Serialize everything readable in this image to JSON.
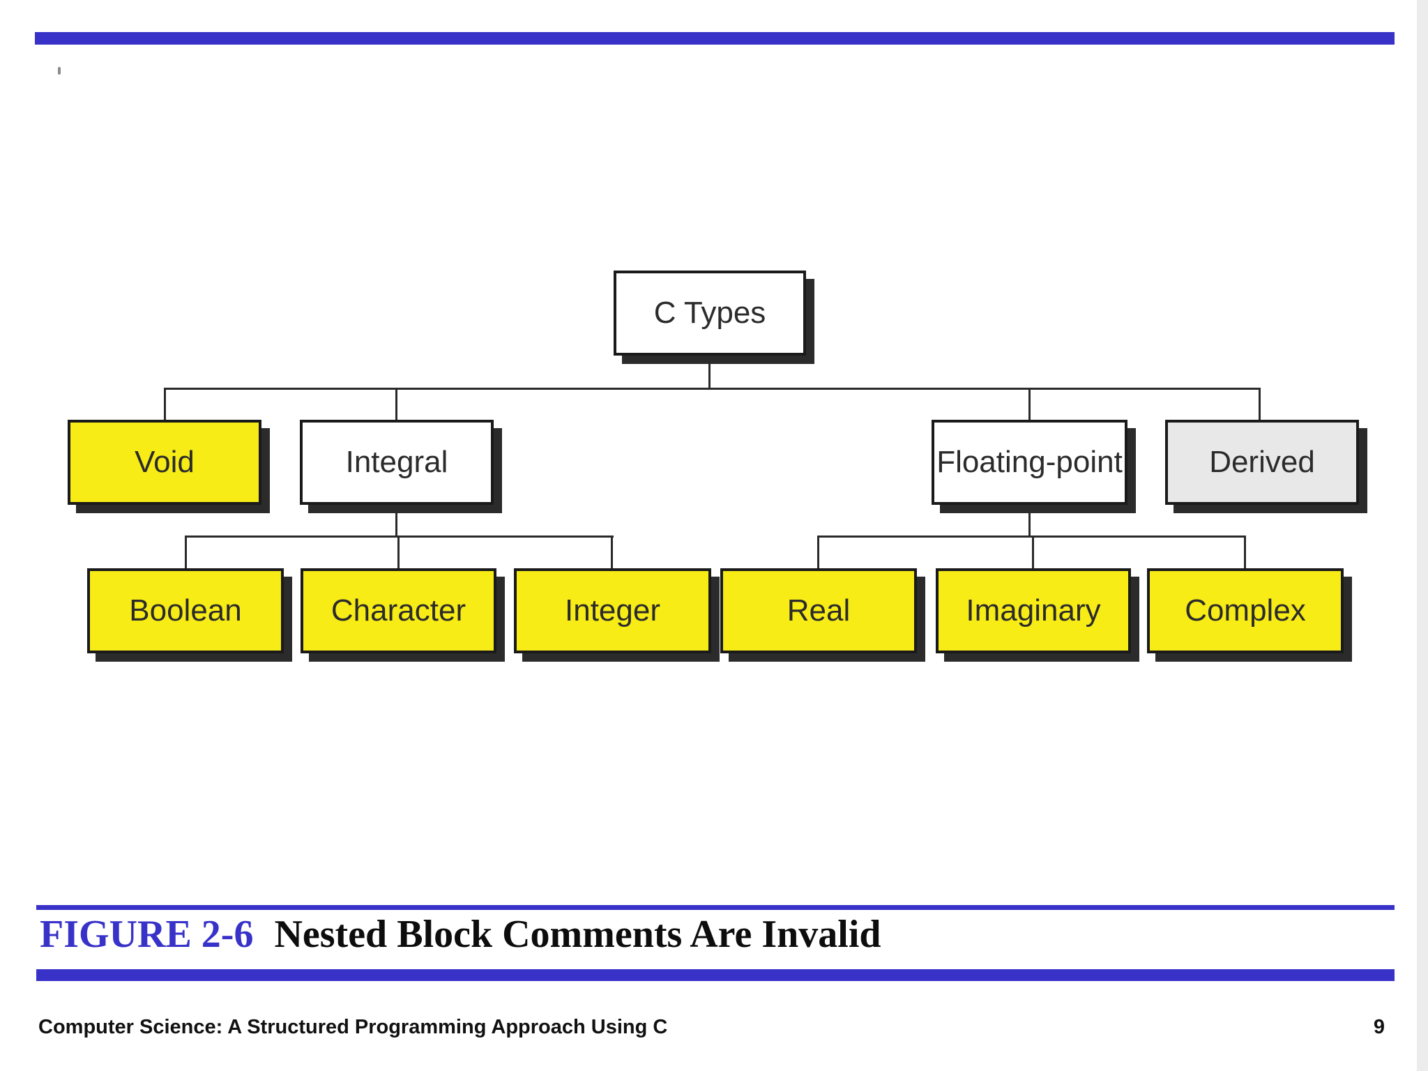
{
  "slide": {
    "colors": {
      "accent_blue": "#3832C8",
      "node_yellow": "#F8EC16",
      "node_gray": "#E8E8E8",
      "node_white": "#FFFFFF",
      "shadow": "#2B2B2B",
      "line": "#2A2A2A"
    }
  },
  "tree": {
    "root": {
      "label": "C Types",
      "fill": "#FFFFFF"
    },
    "level2": {
      "void": {
        "label": "Void",
        "fill": "#F8EC16"
      },
      "integral": {
        "label": "Integral",
        "fill": "#FFFFFF"
      },
      "floating_point": {
        "label": "Floating-point",
        "fill": "#FFFFFF"
      },
      "derived": {
        "label": "Derived",
        "fill": "#E8E8E8"
      }
    },
    "level3": {
      "boolean": {
        "label": "Boolean",
        "fill": "#F8EC16"
      },
      "character": {
        "label": "Character",
        "fill": "#F8EC16"
      },
      "integer": {
        "label": "Integer",
        "fill": "#F8EC16"
      },
      "real": {
        "label": "Real",
        "fill": "#F8EC16"
      },
      "imaginary": {
        "label": "Imaginary",
        "fill": "#F8EC16"
      },
      "complex": {
        "label": "Complex",
        "fill": "#F8EC16"
      }
    }
  },
  "caption": {
    "figure_label": "FIGURE 2-6",
    "title": "Nested Block Comments Are Invalid"
  },
  "footer": {
    "book_title": "Computer Science: A Structured Programming Approach Using C",
    "page_number": "9"
  }
}
